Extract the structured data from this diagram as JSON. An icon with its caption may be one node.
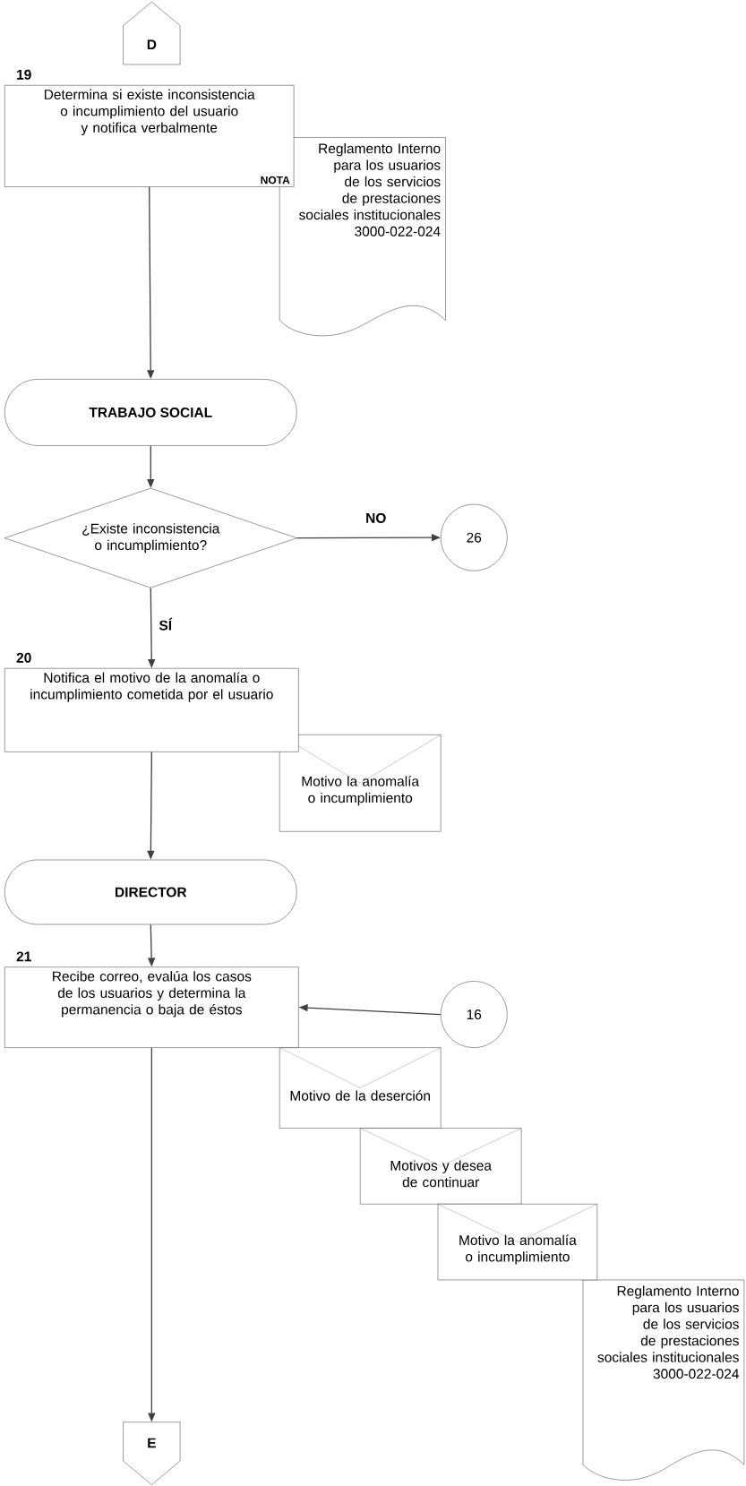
{
  "diagram": {
    "nodes": [
      {
        "text": [
          "D"
        ]
      },
      {
        "text": [
          "Determina si existe inconsistencia o incumplimiento del usuario y notifica verbalmente",
          "NOTA"
        ],
        "beside": [
          "19"
        ]
      },
      {
        "text": [
          "Reglamento Interno para los usuarios de los servicios de prestaciones sociales institucionales 3000-022-024"
        ]
      },
      {
        "text": [
          "TRABAJO SOCIAL"
        ]
      },
      {
        "text": [
          "¿Existe inconsistencia o incumplimiento?"
        ]
      },
      {
        "text": [
          "26"
        ]
      },
      {
        "text": [
          "Notifica el motivo de la anomalía o incumplimiento cometida por el usuario"
        ],
        "beside": [
          "20"
        ]
      },
      {
        "text": [
          "Motivo la anomalía o incumplimiento"
        ]
      },
      {
        "text": [
          "DIRECTOR"
        ]
      },
      {
        "text": [
          "Recibe correo, evalúa los casos de los usuarios y determina la permanencia o baja de éstos"
        ],
        "beside": [
          "21"
        ]
      },
      {
        "text": [
          "16"
        ]
      },
      {
        "text": [
          "Motivo de la deserción"
        ]
      },
      {
        "text": [
          "Motivos y desea de continuar"
        ]
      },
      {
        "text": [
          "Motivo la anomalía o incumplimiento"
        ]
      },
      {
        "text": [
          "Reglamento Interno para los usuarios de los servicios de prestaciones sociales institucionales 3000-022-024"
        ]
      },
      {
        "text": [
          "E"
        ]
      }
    ],
    "edges": [
      {
        "from": 1,
        "to": 3,
        "arrow": "to"
      },
      {
        "from": 3,
        "to": 4,
        "arrow": "to"
      },
      {
        "from": 4,
        "to": 5,
        "arrow": "to",
        "label": "NO"
      },
      {
        "from": 4,
        "to": 6,
        "arrow": "to",
        "label": "SÍ"
      },
      {
        "from": 6,
        "to": 8,
        "arrow": "to"
      },
      {
        "from": 8,
        "to": 9,
        "arrow": "to"
      },
      {
        "from": 10,
        "to": 9,
        "arrow": "to"
      },
      {
        "from": 9,
        "to": 15,
        "arrow": "to"
      }
    ]
  }
}
